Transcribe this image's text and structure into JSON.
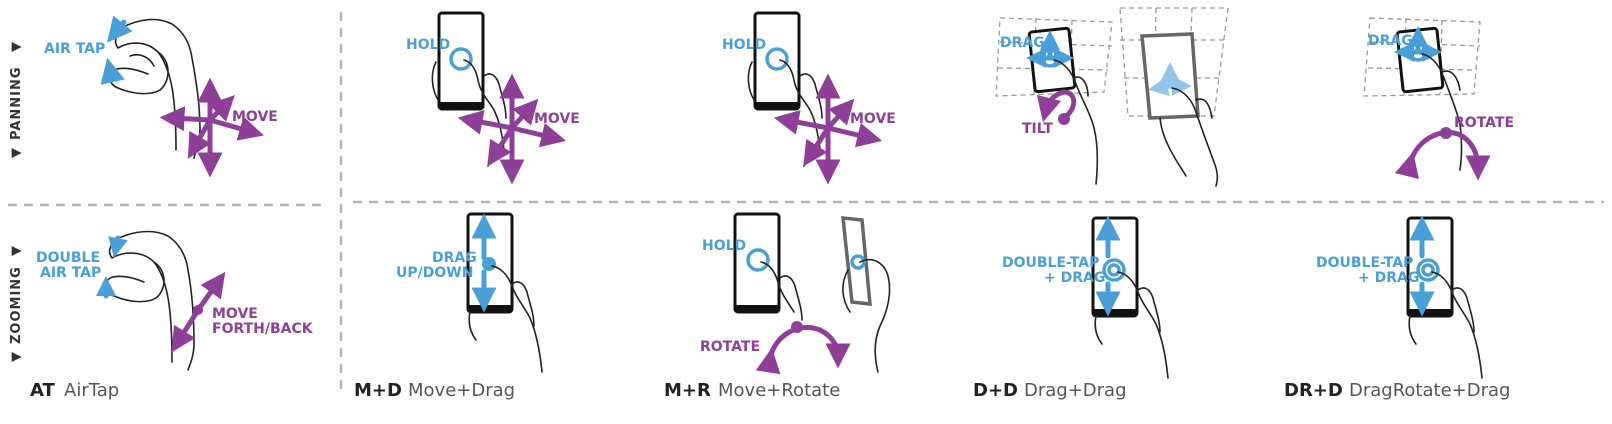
{
  "rows": {
    "panning": "PANNING",
    "zooming": "ZOOMING",
    "arrow_glyph": "▼"
  },
  "labels": {
    "air_tap": "AIR TAP",
    "move": "MOVE",
    "hold": "HOLD",
    "drag": "DRAG",
    "tilt": "TILT",
    "rotate": "ROTATE",
    "double_air_tap_1": "DOUBLE",
    "double_air_tap_2": "AIR TAP",
    "move_fb_1": "MOVE",
    "move_fb_2": "FORTH/BACK",
    "drag_ud_1": "DRAG",
    "drag_ud_2": "UP/DOWN",
    "double_tap_1": "DOUBLE-TAP",
    "double_tap_2": "+ DRAG"
  },
  "techniques": [
    {
      "code": "AT",
      "name": "AirTap"
    },
    {
      "code": "M+D",
      "name": "Move+Drag"
    },
    {
      "code": "M+R",
      "name": "Move+Rotate"
    },
    {
      "code": "D+D",
      "name": "Drag+Drag"
    },
    {
      "code": "DR+D",
      "name": "DragRotate+Drag"
    }
  ],
  "colors": {
    "blue": "#4a9fd8",
    "purple": "#8e3f98",
    "separator": "#b5b5b5"
  }
}
